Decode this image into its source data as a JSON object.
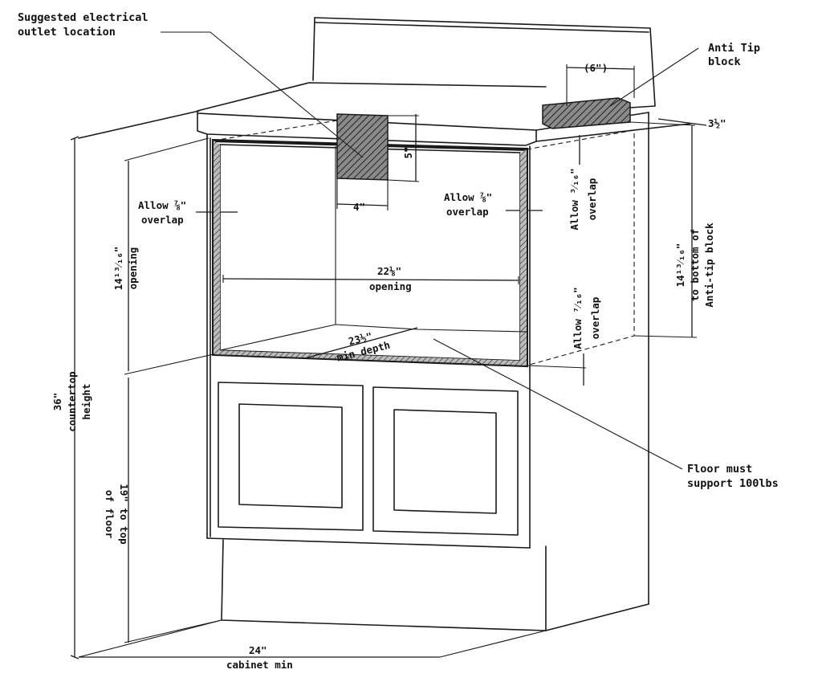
{
  "labels": {
    "outlet_line1": "Suggested electrical",
    "outlet_line2": "outlet location",
    "antitip_line1": "Anti Tip",
    "antitip_line2": "block",
    "antitip_width": "(6\")",
    "antitip_thickness": "3½\"",
    "antitip_height_line1": "14¹³⁄₁₆\"",
    "antitip_height_line2": "to bottom of",
    "antitip_height_line3": "Anti-tip block",
    "outlet_height": "5\"",
    "outlet_width": "4\"",
    "left_overlap_line1": "Allow ⅞\"",
    "left_overlap_line2": "overlap",
    "right_overlap_line1": "Allow ⅞\"",
    "right_overlap_line2": "overlap",
    "top_overlap_line1": "Allow ³⁄₁₆\"",
    "top_overlap_line2": "overlap",
    "bottom_overlap_line1": "Allow ⁷⁄₁₆\"",
    "bottom_overlap_line2": "overlap",
    "opening_height_line1": "14¹³⁄₁₆\"",
    "opening_height_line2": "opening",
    "opening_width_line1": "22⅛\"",
    "opening_width_line2": "opening",
    "depth_line1": "23½\"",
    "depth_line2": "min depth",
    "countertop_line1": "36\"",
    "countertop_line2": "countertop",
    "countertop_line3": "height",
    "floor_line1": "19\" to top",
    "floor_line2": "of floor",
    "cabinet_line1": "24\"",
    "cabinet_line2": "cabinet min",
    "floor_support_line1": "Floor must",
    "floor_support_line2": "support 100lbs"
  },
  "colors": {
    "ink": "#1a1a1a",
    "hatch_block": "#555555",
    "background": "#ffffff"
  }
}
